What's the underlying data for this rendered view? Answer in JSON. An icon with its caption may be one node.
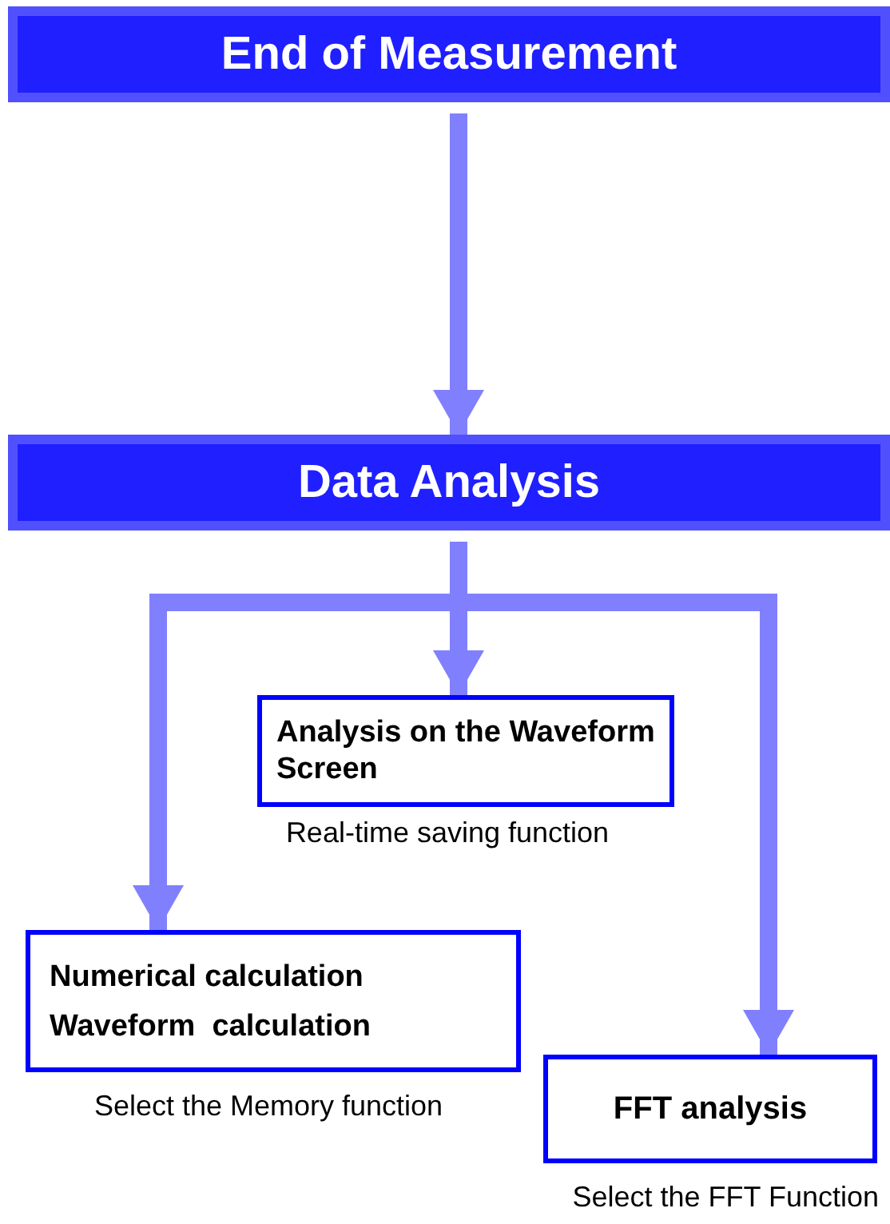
{
  "diagram": {
    "nodes": [
      {
        "text": [
          "End of Measurement"
        ]
      },
      {
        "text": [
          "Data Analysis"
        ]
      },
      {
        "text": [
          "Analysis on the Waveform Screen"
        ],
        "beside": [
          "Real-time saving function"
        ]
      },
      {
        "text": [
          "Numerical calculation",
          "Waveform  calculation"
        ],
        "beside": [
          "Select the Memory function"
        ]
      },
      {
        "text": [
          "FFT analysis"
        ],
        "beside": [
          "Select the FFT Function"
        ]
      }
    ],
    "edges": [
      {
        "from": 0,
        "to": 1,
        "arrow": "to"
      },
      {
        "from": 1,
        "to": 2,
        "arrow": "to"
      },
      {
        "from": 1,
        "to": 3,
        "arrow": "to"
      },
      {
        "from": 1,
        "to": 4,
        "arrow": "to"
      }
    ]
  }
}
